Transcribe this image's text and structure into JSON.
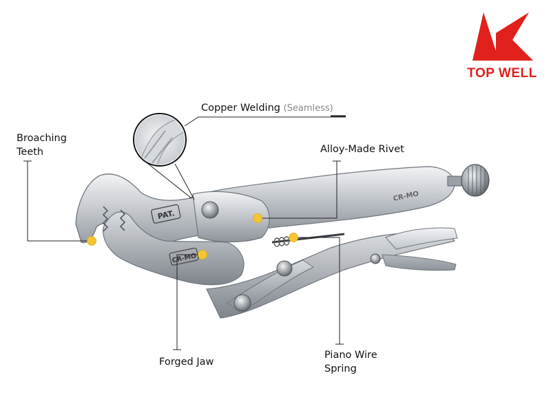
{
  "brand": {
    "name": "TOP WELL",
    "color": "#e0201b"
  },
  "callouts": {
    "copper_welding": {
      "title": "Copper Welding",
      "note": "(Seamless)"
    },
    "broaching_teeth": {
      "line1": "Broaching",
      "line2": "Teeth"
    },
    "alloy_rivet": {
      "title": "Alloy-Made Rivet"
    },
    "forged_jaw": {
      "title": "Forged Jaw"
    },
    "piano_wire_spring": {
      "line1": "Piano Wire",
      "line2": "Spring"
    }
  },
  "tool_markings": {
    "pat": "PAT.",
    "material_jaw": "CR-MO",
    "material_handle": "CR-MO"
  },
  "colors": {
    "marker": "#f5c531",
    "steel": "#c9cdd2",
    "leader_line": "#222222"
  }
}
